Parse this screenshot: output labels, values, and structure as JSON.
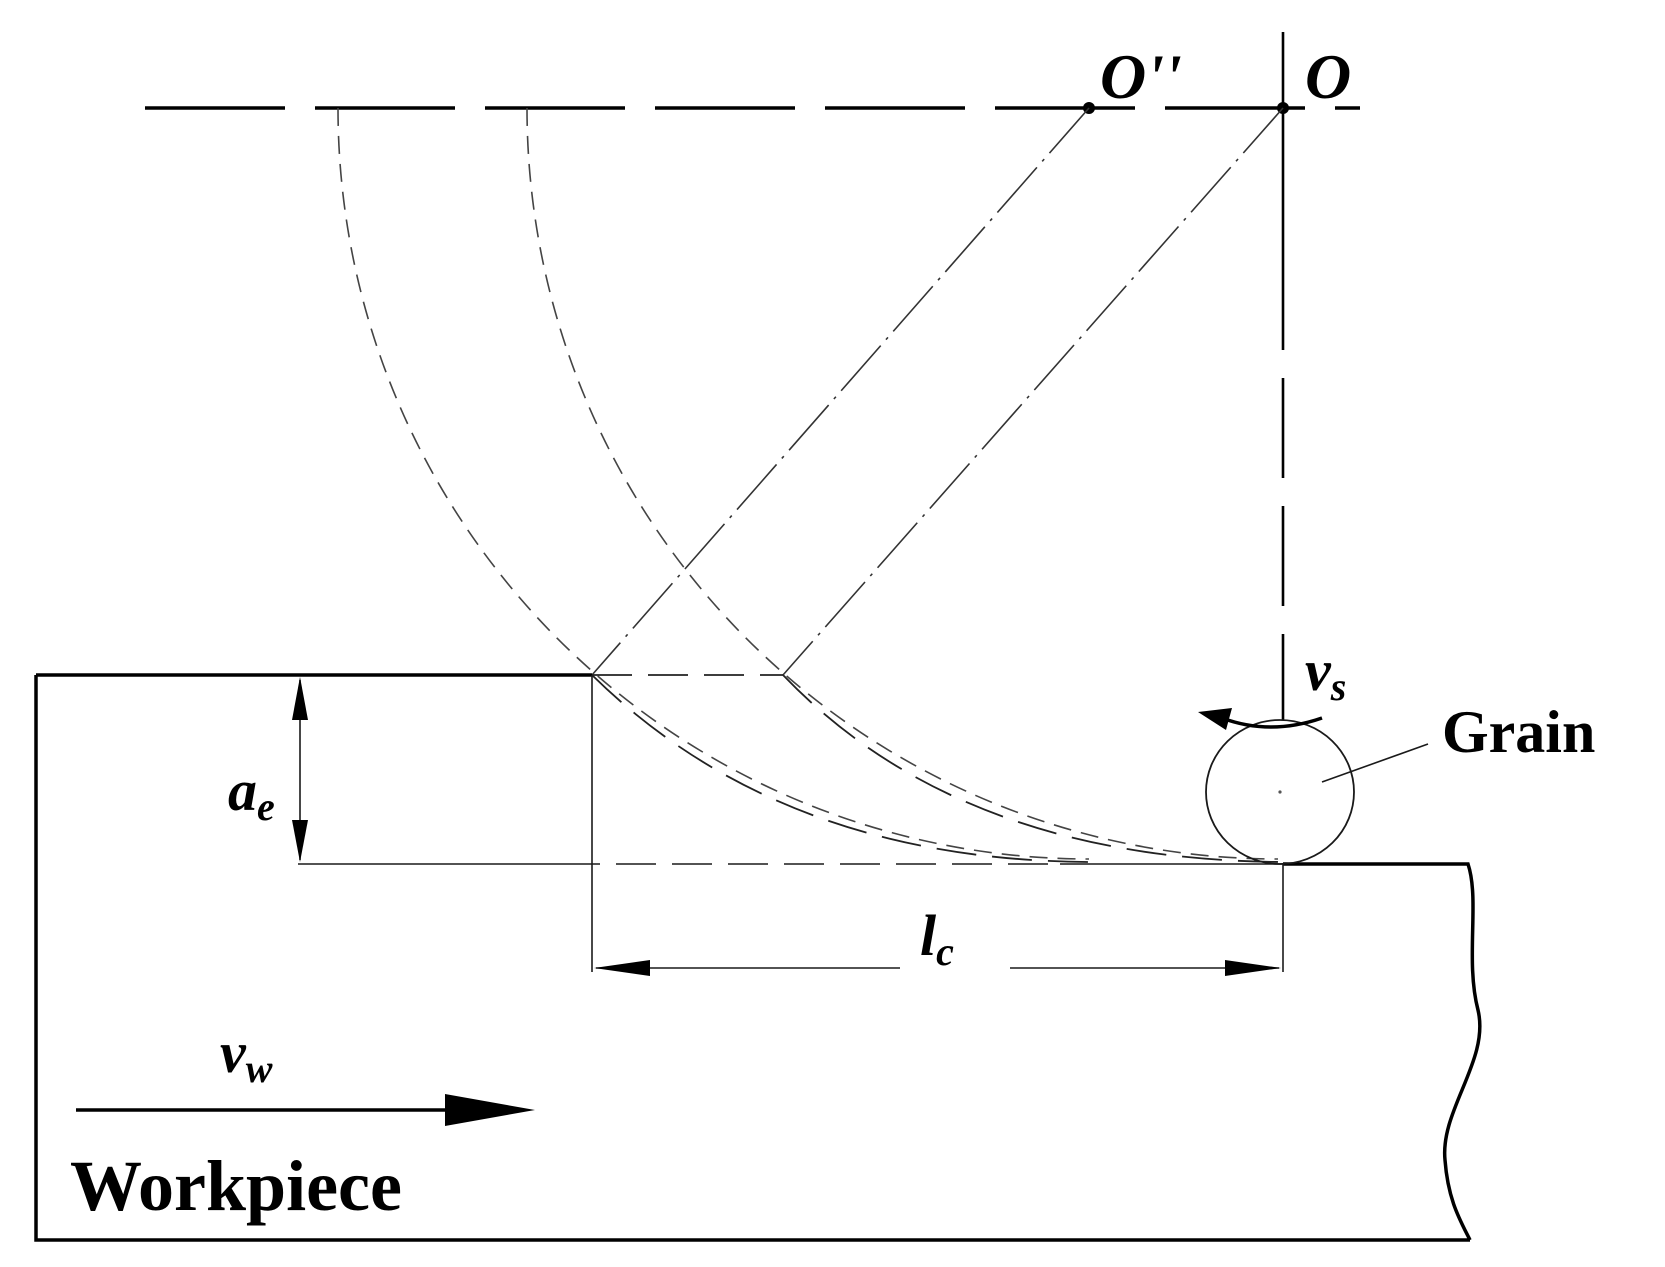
{
  "labels": {
    "center_o": "O",
    "center_o_double_prime": "O''",
    "depth_of_cut_base": "a",
    "depth_of_cut_sub": "e",
    "contact_length_base": "l",
    "contact_length_sub": "c",
    "wheel_speed_base": "v",
    "wheel_speed_sub": "s",
    "workpiece_speed_base": "v",
    "workpiece_speed_sub": "w",
    "grain": "Grain",
    "workpiece": "Workpiece"
  }
}
